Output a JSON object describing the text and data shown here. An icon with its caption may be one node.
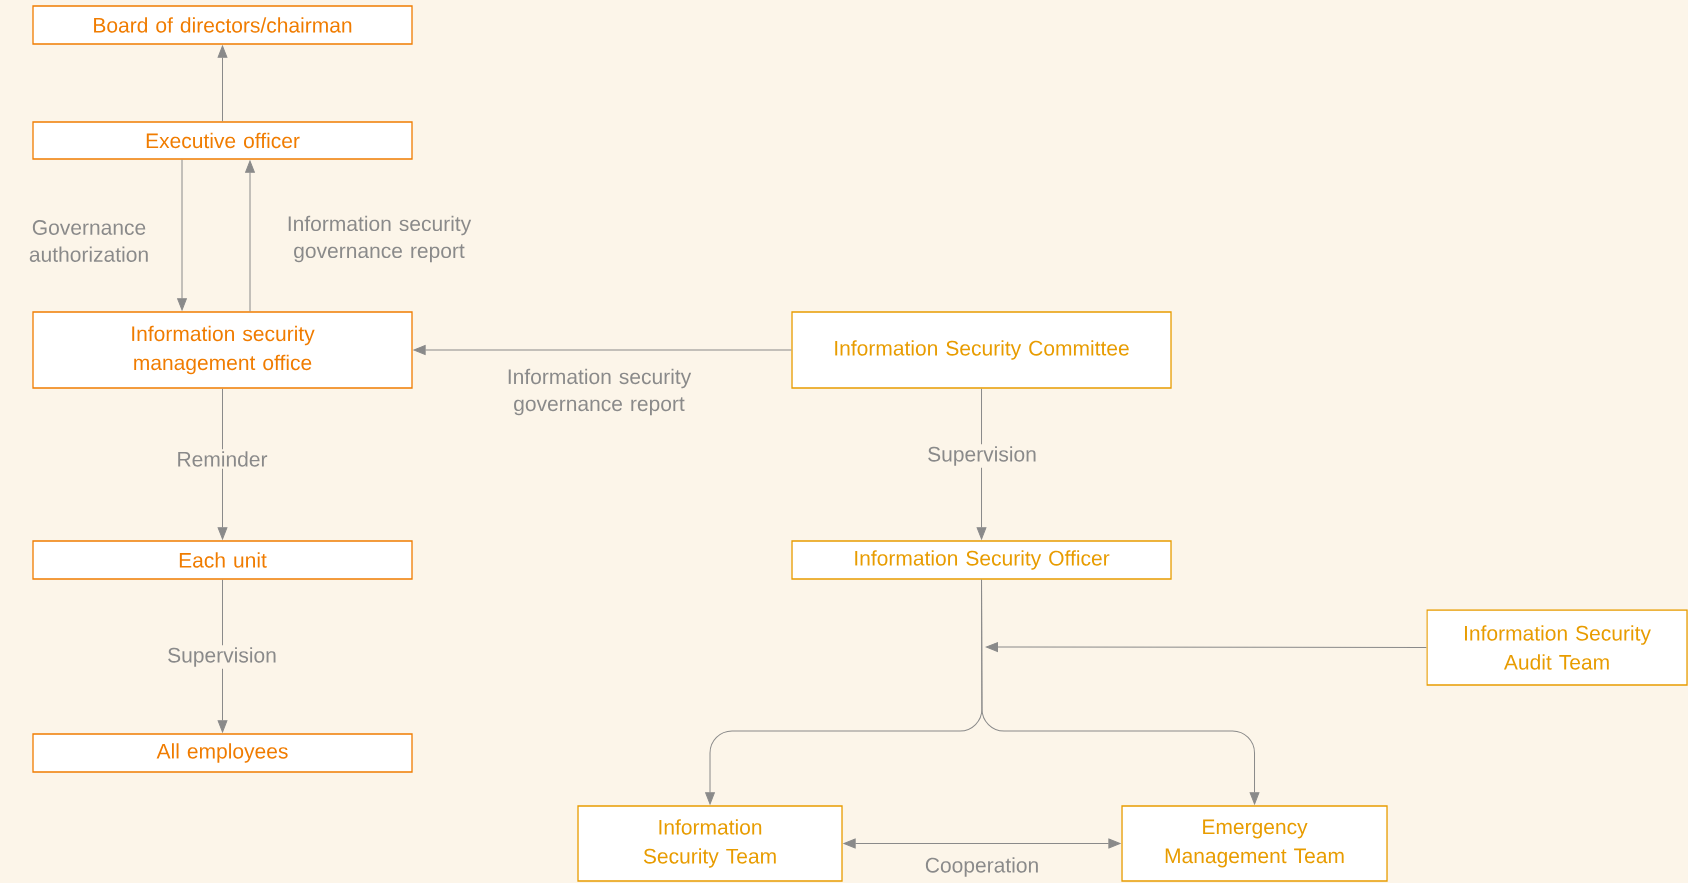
{
  "diagram": {
    "nodes": [
      {
        "text": [
          "Board of directors/chairman"
        ]
      },
      {
        "text": [
          "Executive officer"
        ]
      },
      {
        "text": [
          "Information security management office"
        ]
      },
      {
        "text": [
          "Information Security Committee"
        ]
      },
      {
        "text": [
          "Each unit"
        ]
      },
      {
        "text": [
          "Information Security Officer"
        ]
      },
      {
        "text": [
          "Information Security Audit Team"
        ]
      },
      {
        "text": [
          "All employees"
        ]
      },
      {
        "text": [
          "Information Security Team"
        ]
      },
      {
        "text": [
          "Emergency Management Team"
        ]
      }
    ],
    "edges": [
      {
        "from": 1,
        "to": 0,
        "arrow": "to"
      },
      {
        "from": 1,
        "to": 2,
        "arrow": "to",
        "label": "Governance authorization"
      },
      {
        "from": 2,
        "to": 1,
        "arrow": "to",
        "label": "Information security governance report"
      },
      {
        "from": 3,
        "to": 2,
        "arrow": "to",
        "label": "Information security governance report"
      },
      {
        "from": 2,
        "to": 4,
        "arrow": "to",
        "label": "Reminder"
      },
      {
        "from": 4,
        "to": 7,
        "arrow": "to",
        "label": "Supervision"
      },
      {
        "from": 3,
        "to": 5,
        "arrow": "to",
        "label": "Supervision"
      },
      {
        "from": 6,
        "to": null,
        "arrow": "to"
      },
      {
        "from": 5,
        "to": 8,
        "arrow": "to"
      },
      {
        "from": 5,
        "to": 9,
        "arrow": "to"
      },
      {
        "from": 8,
        "to": 9,
        "arrow": "both",
        "label": "Cooperation"
      }
    ]
  }
}
